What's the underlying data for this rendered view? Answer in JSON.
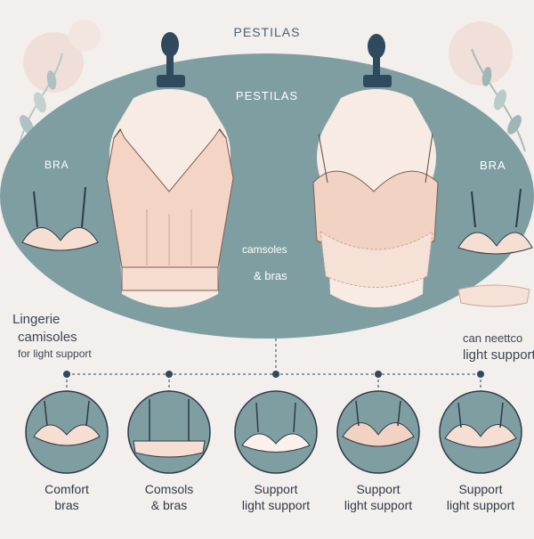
{
  "brand": {
    "top": "PESTILAS",
    "mid": "PESTILAS"
  },
  "side_labels": {
    "left_bra": "BRA",
    "right_bra": "BRA"
  },
  "center_caption": {
    "line1": "camsoles",
    "line2": "& bras"
  },
  "left_caption": {
    "line1": "Lingerie",
    "line2": "camisoles",
    "line3": "for light support"
  },
  "right_caption": {
    "line1": "can neettco",
    "line2": "light support"
  },
  "bottom_items": [
    {
      "line1": "Comfort",
      "line2": "bras"
    },
    {
      "line1": "Comsols",
      "line2": "& bras"
    },
    {
      "line1": "Support",
      "line2": "light support"
    },
    {
      "line1": "Support",
      "line2": "light support"
    },
    {
      "line1": "Support",
      "line2": "light support"
    }
  ],
  "colors": {
    "teal": "#7f9ea2",
    "blush": "#f4dccf",
    "navy": "#2f4a5c",
    "background": "#f3efec"
  }
}
